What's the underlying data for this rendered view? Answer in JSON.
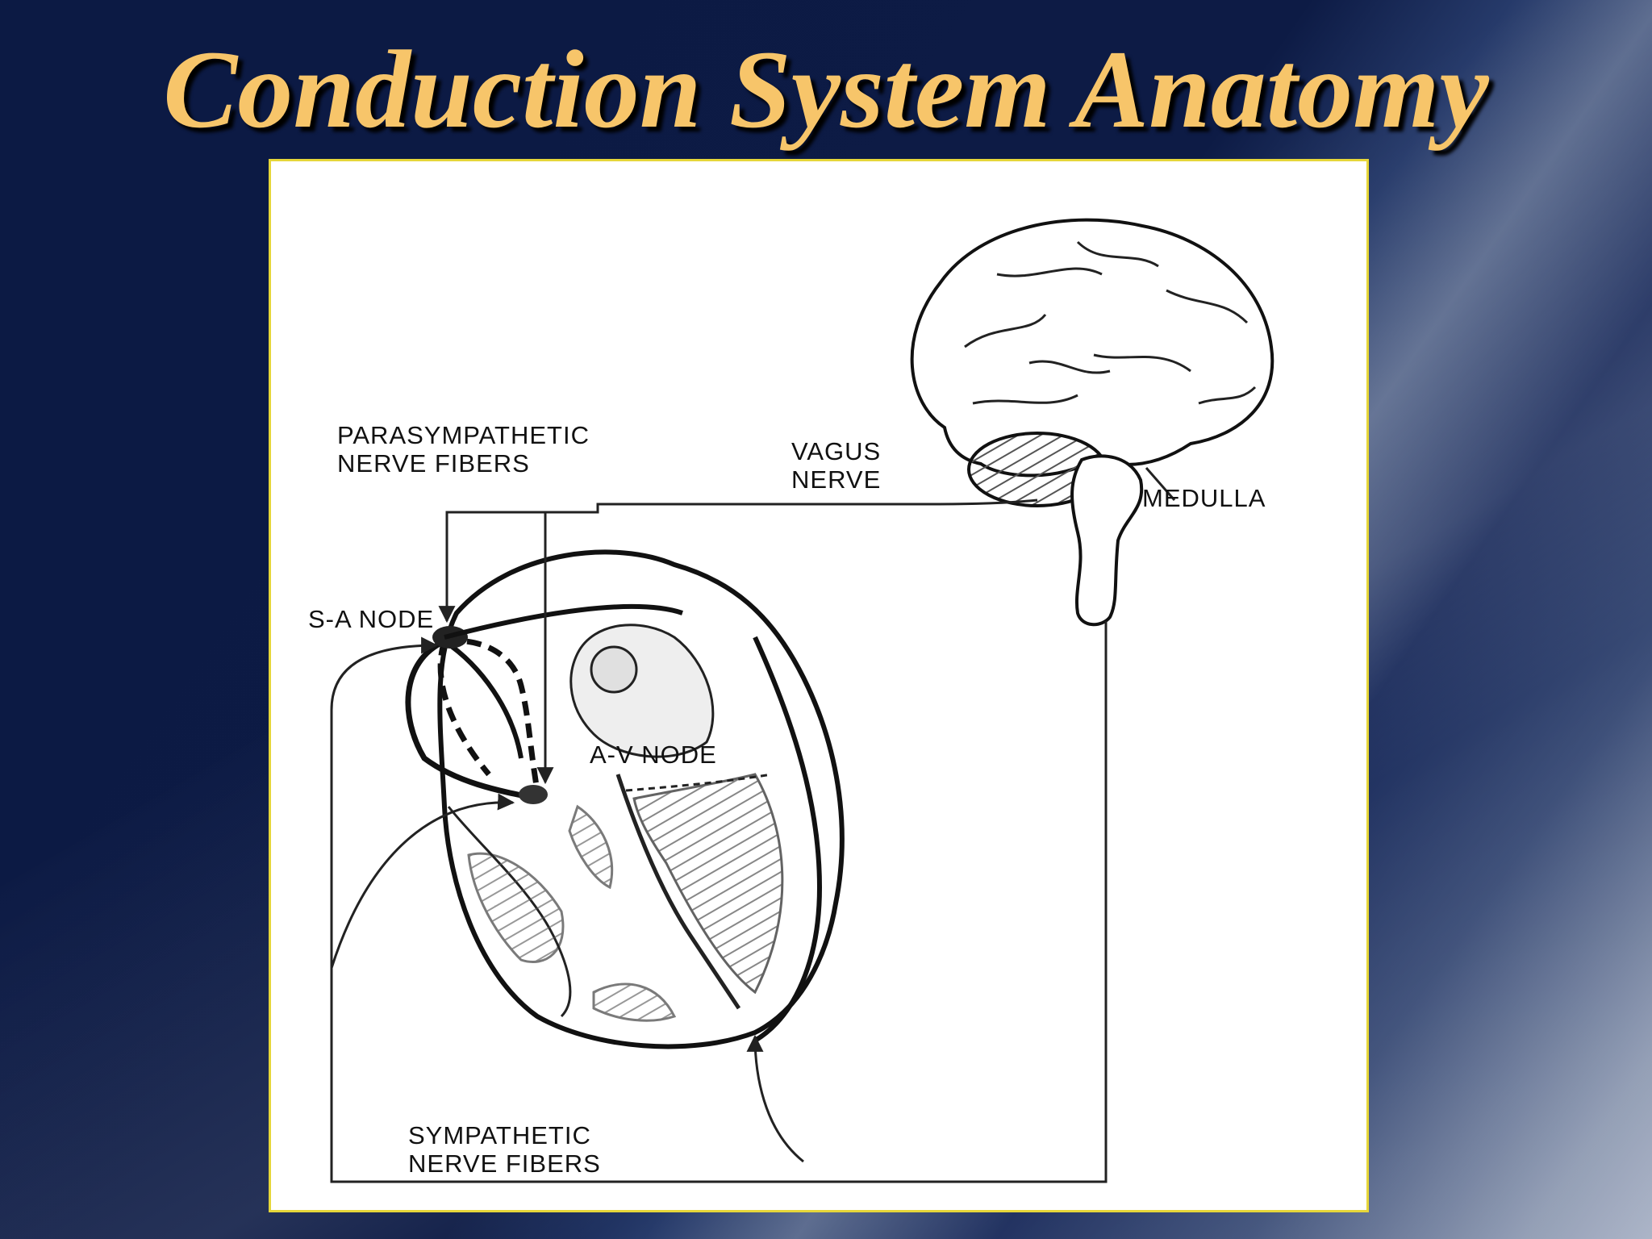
{
  "slide": {
    "title": "Conduction System Anatomy"
  },
  "diagram": {
    "labels": {
      "parasympathetic_line1": "PARASYMPATHETIC",
      "parasympathetic_line2": "NERVE FIBERS",
      "vagus_line1": "VAGUS",
      "vagus_line2": "NERVE",
      "medulla": "MEDULLA",
      "sa_node": "S-A NODE",
      "av_node": "A-V NODE",
      "sympathetic_line1": "SYMPATHETIC",
      "sympathetic_line2": "NERVE FIBERS"
    }
  },
  "colors": {
    "title": "#f7c56a",
    "frame_border": "#e6d63a",
    "background_dark": "#0c1a44"
  }
}
